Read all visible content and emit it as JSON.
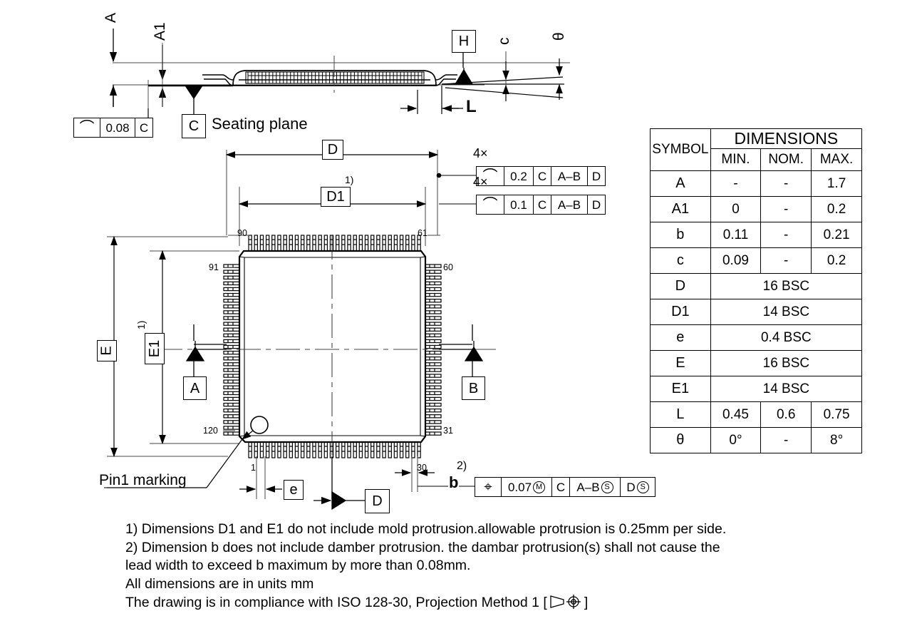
{
  "drawing": {
    "title": "LQFP package mechanical outline drawing",
    "units_note": "All dimensions are in units mm"
  },
  "table": {
    "symbol_header": "SYMBOL",
    "dimensions_header": "DIMENSIONS",
    "sub_headers": [
      "MIN.",
      "NOM.",
      "MAX."
    ],
    "rows": [
      {
        "symbol": "A",
        "min": "-",
        "nom": "-",
        "max": "1.7",
        "span": null
      },
      {
        "symbol": "A1",
        "min": "0",
        "nom": "-",
        "max": "0.2",
        "span": null
      },
      {
        "symbol": "b",
        "min": "0.11",
        "nom": "-",
        "max": "0.21",
        "span": null
      },
      {
        "symbol": "c",
        "min": "0.09",
        "nom": "-",
        "max": "0.2",
        "span": null
      },
      {
        "symbol": "D",
        "min": null,
        "nom": null,
        "max": null,
        "span": "16 BSC"
      },
      {
        "symbol": "D1",
        "min": null,
        "nom": null,
        "max": null,
        "span": "14 BSC"
      },
      {
        "symbol": "e",
        "min": null,
        "nom": null,
        "max": null,
        "span": "0.4 BSC"
      },
      {
        "symbol": "E",
        "min": null,
        "nom": null,
        "max": null,
        "span": "16 BSC"
      },
      {
        "symbol": "E1",
        "min": null,
        "nom": null,
        "max": null,
        "span": "14 BSC"
      },
      {
        "symbol": "L",
        "min": "0.45",
        "nom": "0.6",
        "max": "0.75",
        "span": null
      },
      {
        "symbol": "θ",
        "min": "0°",
        "nom": "-",
        "max": "8°",
        "span": null
      }
    ]
  },
  "side_view": {
    "dim_a": "A",
    "dim_a1": "A1",
    "datum_c": "C",
    "seating_plane_label": "Seating plane",
    "flatness_frame": {
      "symbol": "⌒",
      "value": "0.08",
      "datum": "C"
    }
  },
  "lead_detail": {
    "datum_h": "H",
    "dim_l": "L",
    "dim_c": "c",
    "dim_theta": "θ"
  },
  "plan_view": {
    "dim_d": "D",
    "dim_d1": "D1",
    "dim_e": "E",
    "dim_e1": "E1",
    "dim_pitch": "e",
    "dim_b": "b",
    "datum_a": "A",
    "datum_b": "B",
    "datum_d": "D",
    "pin1_marking_label": "Pin1 marking",
    "note_ref_1": "1)",
    "note_ref_2": "2)",
    "pin_numbers": {
      "top_left": "90",
      "top_right": "61",
      "left_top": "91",
      "left_bottom": "120",
      "right_top": "60",
      "right_bottom": "31",
      "bottom_left": "1",
      "bottom_right": "30"
    },
    "leads_per_side": 30,
    "profile_frames": [
      {
        "qty": "4×",
        "symbol": "⌒",
        "value": "0.2",
        "datums": [
          "C",
          "A–B",
          "D"
        ]
      },
      {
        "qty": "4×",
        "symbol": "⌒",
        "value": "0.1",
        "datums": [
          "C",
          "A–B",
          "D"
        ]
      }
    ],
    "position_frame": {
      "symbol": "⌖",
      "value": "0.07",
      "value_modifier": "M",
      "datums": [
        {
          "label": "C",
          "modifier": null
        },
        {
          "label": "A–B",
          "modifier": "S"
        },
        {
          "label": "D",
          "modifier": "S"
        }
      ]
    }
  },
  "notes": {
    "line1": "1) Dimensions D1 and E1 do not include mold protrusion.allowable protrusion is 0.25mm per side.",
    "line2": "2) Dimension b does not include damber protrusion. the dambar protrusion(s) shall not cause the",
    "line3": "lead width to exceed b maximum by more than 0.08mm.",
    "line4": "All dimensions are in units mm",
    "line5_pre": "The drawing is in compliance with ISO 128-30, Projection Method 1 [",
    "line5_post": "]"
  },
  "colors": {
    "line": "#000000",
    "background": "#ffffff",
    "thin_line": "#333333"
  }
}
